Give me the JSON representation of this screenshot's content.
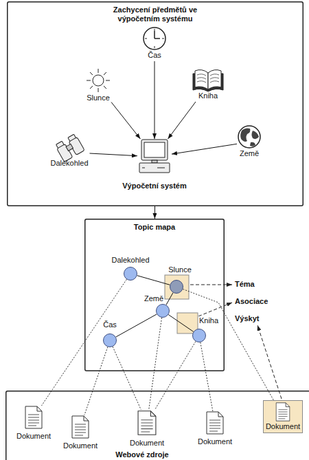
{
  "diagram": {
    "nodes": [
      {
        "text": [
          "Zachycení předmětů ve výpočetním systému"
        ]
      },
      {
        "text": [
          "Čas"
        ],
        "in": 0
      },
      {
        "text": [
          "Slunce"
        ],
        "in": 0
      },
      {
        "text": [
          "Kniha"
        ],
        "in": 0
      },
      {
        "text": [
          "Dalekohled"
        ],
        "in": 0
      },
      {
        "text": [
          "Země"
        ],
        "in": 0
      },
      {
        "text": [
          "Výpočetní systém"
        ],
        "in": 0
      },
      {
        "text": [
          "Topic mapa"
        ]
      },
      {
        "text": [
          "Dalekohled"
        ],
        "in": 7
      },
      {
        "text": [
          "Slunce"
        ],
        "in": 7
      },
      {
        "text": [
          "Země"
        ],
        "in": 7
      },
      {
        "text": [
          "Čas"
        ],
        "in": 7
      },
      {
        "text": [
          "Kniha"
        ],
        "in": 7
      },
      {
        "text": [
          "Webové zdroje"
        ]
      },
      {
        "text": [
          "Dokument"
        ],
        "in": 13
      },
      {
        "text": [
          "Dokument"
        ],
        "in": 13
      },
      {
        "text": [
          "Dokument"
        ],
        "in": 13
      },
      {
        "text": [
          "Dokument"
        ],
        "in": 13
      },
      {
        "text": [
          "Dokument"
        ],
        "in": 13
      }
    ],
    "edges": [
      {
        "from": 4,
        "to": 6,
        "arrow": "to"
      },
      {
        "from": 2,
        "to": 6,
        "arrow": "to"
      },
      {
        "from": 1,
        "to": 6,
        "arrow": "to"
      },
      {
        "from": 3,
        "to": 6,
        "arrow": "to"
      },
      {
        "from": 5,
        "to": 6,
        "arrow": "to"
      },
      {
        "from": 0,
        "to": 7,
        "arrow": "to"
      },
      {
        "from": 8,
        "to": 9,
        "arrow": "none"
      },
      {
        "from": 9,
        "to": 10,
        "arrow": "none"
      },
      {
        "from": 10,
        "to": 11,
        "arrow": "none"
      },
      {
        "from": 10,
        "to": 12,
        "arrow": "none"
      },
      {
        "from": 8,
        "to": 14,
        "arrow": "none"
      },
      {
        "from": 11,
        "to": 15,
        "arrow": "none"
      },
      {
        "from": 11,
        "to": 16,
        "arrow": "none"
      },
      {
        "from": 10,
        "to": 16,
        "arrow": "none"
      },
      {
        "from": 12,
        "to": 16,
        "arrow": "none"
      },
      {
        "from": 12,
        "to": 17,
        "arrow": "none"
      },
      {
        "from": 9,
        "to": 18,
        "arrow": "none"
      }
    ],
    "labels": [
      "Téma",
      "Asociace",
      "Výskyt"
    ]
  }
}
